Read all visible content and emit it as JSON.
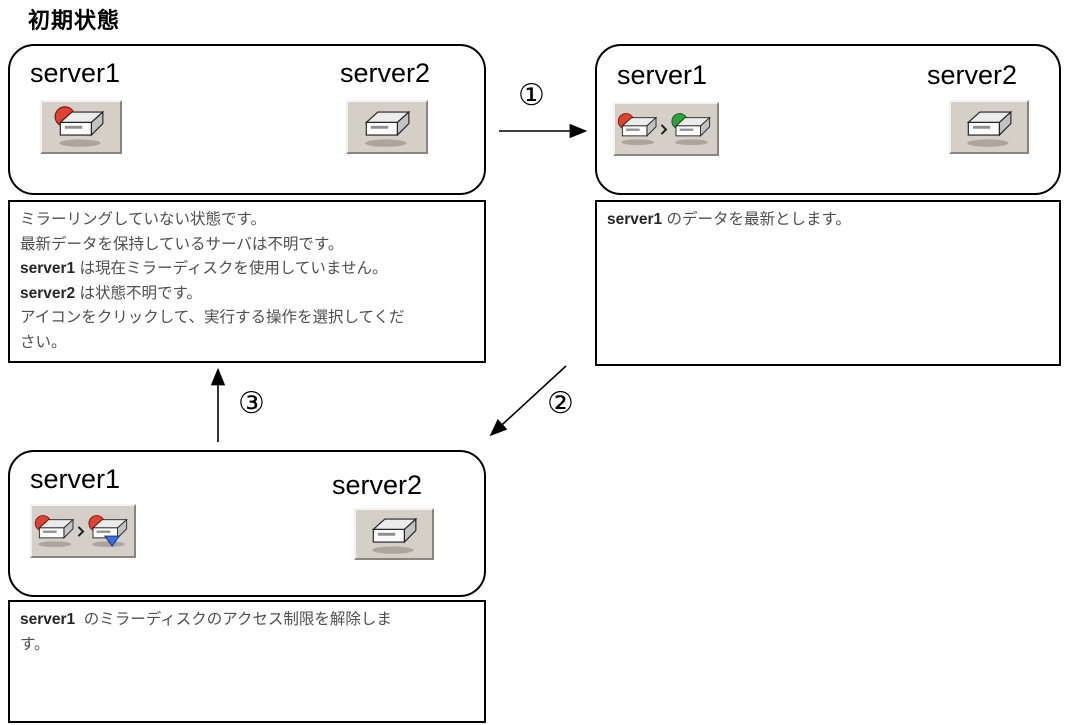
{
  "title": "初期状態",
  "state_initial": {
    "server1": "server1",
    "server2": "server2"
  },
  "state_update": {
    "server1": "server1",
    "server2": "server2"
  },
  "state_unlock": {
    "server1": "server1",
    "server2": "server2"
  },
  "desc_initial": {
    "line1": "ミラーリングしていない状態です。",
    "line2": "最新データを保持しているサーバは不明です。",
    "line3_name": "server1",
    "line3_text": " は現在ミラーディスクを使用していません。",
    "line4_name": "server2",
    "line4_text": " は状態不明です。",
    "line5": "アイコンをクリックして、実行する操作を選択してくだ",
    "line6": "さい。"
  },
  "desc_update": {
    "line1_name": "server1",
    "line1_text": " のデータを最新とします。"
  },
  "desc_unlock": {
    "line1_name": "server1",
    "line1_text": "  のミラーディスクのアクセス制限を解除しま",
    "line2": "す。"
  },
  "arrows": {
    "a1": "①",
    "a2": "②",
    "a3": "③"
  },
  "icons": {
    "initial_server1": "disk-icon-red-status",
    "initial_server2": "disk-icon-plain",
    "update_server1": "disk-icon-red-to-green-transition",
    "update_server2": "disk-icon-plain",
    "unlock_server1": "disk-icon-red-to-red-restricted-transition",
    "unlock_server2": "disk-icon-plain"
  },
  "colors": {
    "status_red": "#e04232",
    "status_green": "#2ba23e",
    "restriction_blue": "#3a6fe8",
    "icon_panel_gray": "#d4d0c8",
    "border_black": "#000000"
  }
}
